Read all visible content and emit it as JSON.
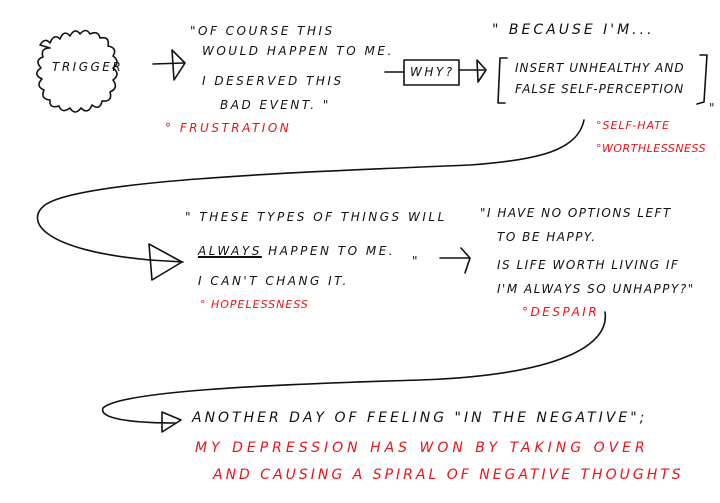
{
  "colors": {
    "ink": "#111111",
    "emotion": "#e8141a"
  },
  "trigger": {
    "label": "Trigger"
  },
  "thought1": {
    "lines": [
      "\"Of course this",
      "would happen to me.",
      "I deserved this",
      "bad event. \""
    ],
    "emotion": "° Frustration"
  },
  "why": {
    "label": "Why?"
  },
  "thought2": {
    "intro": "\" Because I'm...",
    "lines": [
      "Insert unhealthy and",
      "false self-perception"
    ],
    "close_quote": "\"",
    "emotions": [
      "°Self-hate",
      "°Worthlessness"
    ]
  },
  "thought3": {
    "open_quote": "\"",
    "line1": "These types of things will",
    "always_word": "Always",
    "line2_rest": "happen to me.",
    "close_quote": "\"",
    "line3": "I can't chang it.",
    "emotion": "° Hopelessness"
  },
  "thought4": {
    "lines": [
      "\"I have no options left",
      "to be happy.",
      "Is life worth living if",
      "I'm always so unhappy?\""
    ],
    "emotion": "°Despair"
  },
  "conclusion": {
    "line1": "Another day of feeling \"in the negative\";",
    "red_lines": [
      "My depression has won by taking over",
      "and causing a spiral of negative thoughts"
    ]
  }
}
